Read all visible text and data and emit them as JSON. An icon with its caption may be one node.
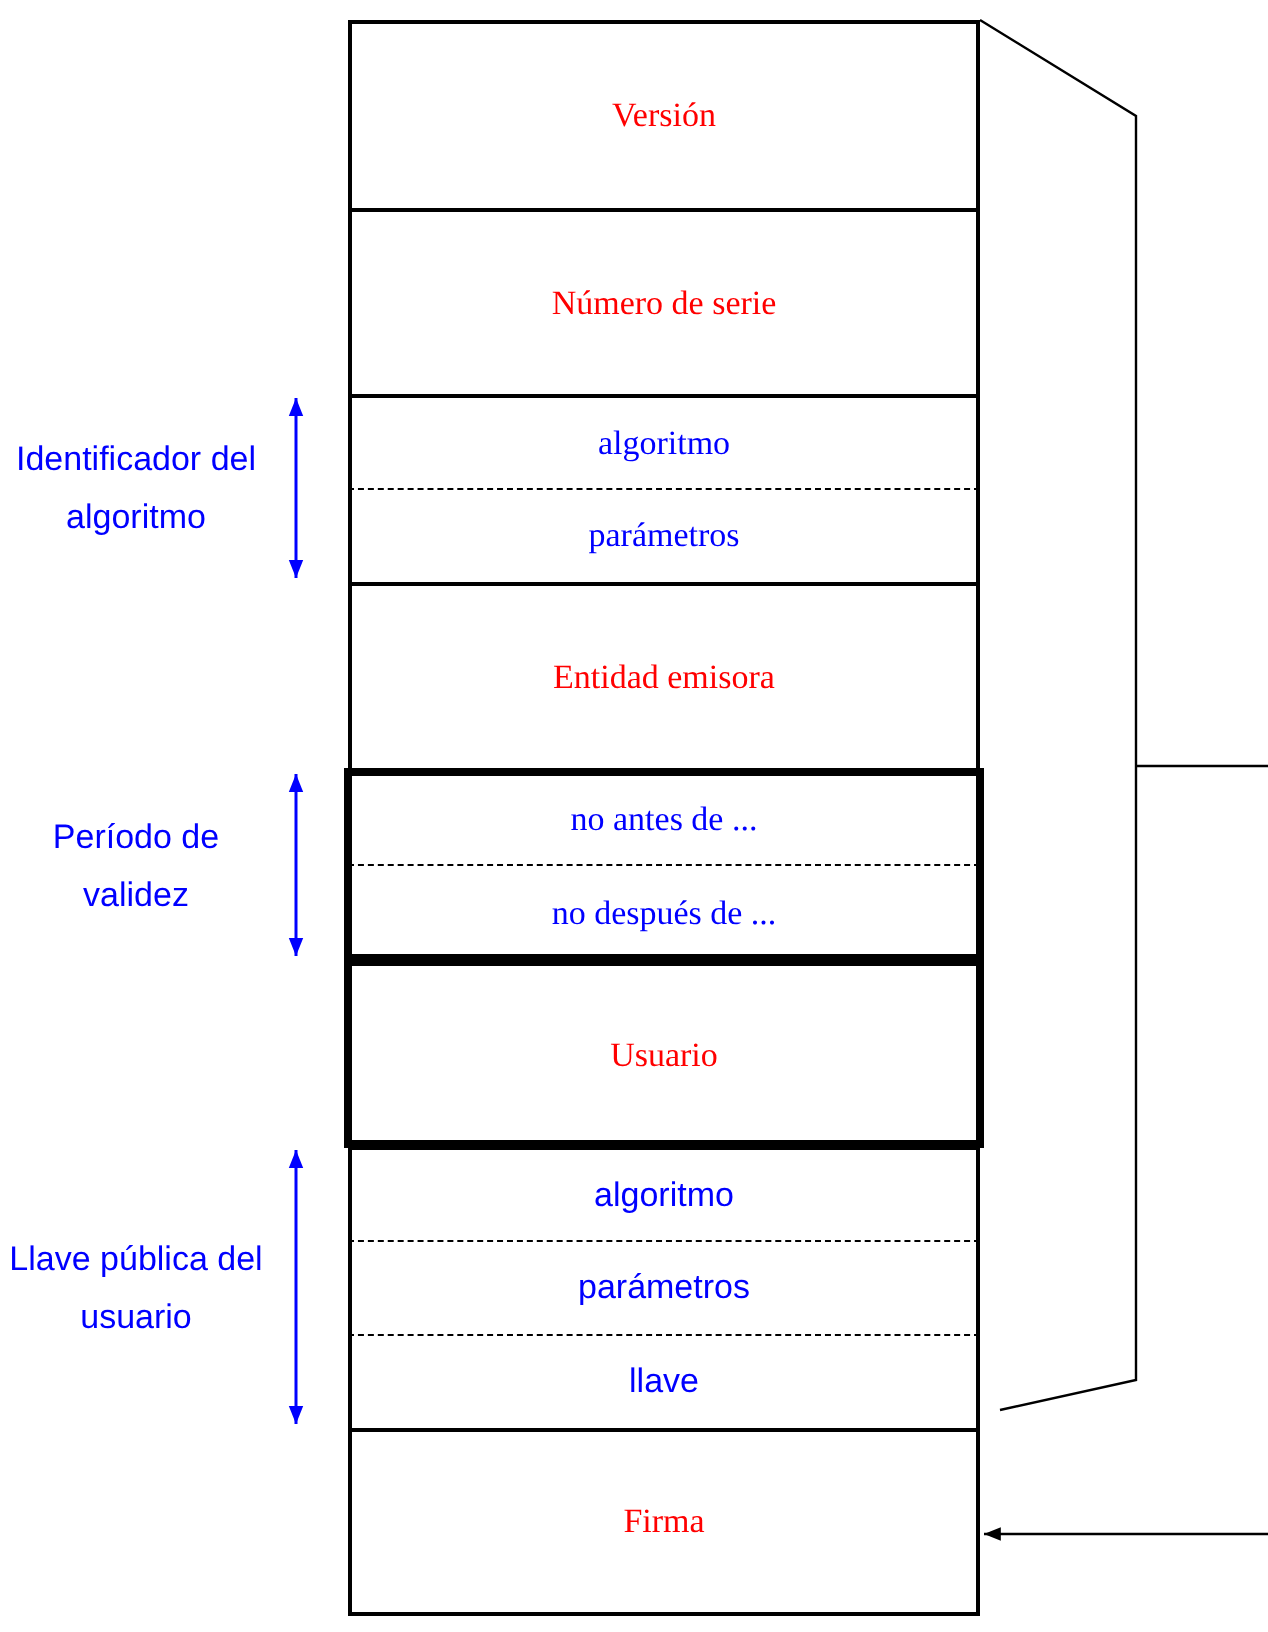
{
  "diagram": {
    "nodes": [
      {
        "text": [
          "Versión"
        ]
      },
      {
        "text": [
          "Número de serie"
        ]
      },
      {
        "text": [
          "algoritmo"
        ]
      },
      {
        "text": [
          "parámetros"
        ]
      },
      {
        "text": [
          "Entidad emisora"
        ]
      },
      {
        "text": [
          "no antes de ..."
        ]
      },
      {
        "text": [
          "no después de ..."
        ]
      },
      {
        "text": [
          "Usuario"
        ]
      },
      {
        "text": [
          "algoritmo"
        ]
      },
      {
        "text": [
          "parámetros"
        ]
      },
      {
        "text": [
          "llave"
        ]
      },
      {
        "text": [
          "Firma"
        ]
      }
    ],
    "edges": [
      {
        "from": null,
        "to": 11,
        "arrow": "to"
      }
    ],
    "labels": [
      "Identificador del algoritmo",
      "Período de validez",
      "Llave pública del usuario"
    ]
  }
}
